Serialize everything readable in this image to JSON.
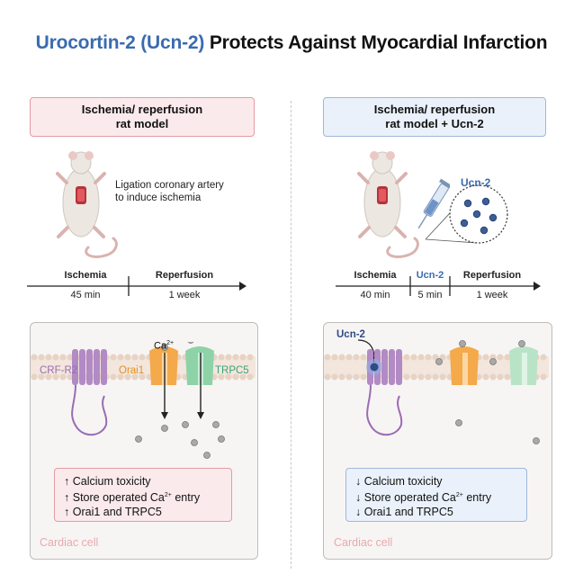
{
  "title": {
    "highlight": "Urocortin-2 (Ucn-2)",
    "rest": " Protects Against Myocardial Infarction"
  },
  "left_panel": {
    "model": {
      "line1": "Ischemia/ reperfusion",
      "line2": "rat model"
    },
    "ligation_note": {
      "line1": "Ligation coronary artery",
      "line2": "to induce ischemia"
    },
    "timeline": {
      "phases": [
        {
          "label": "Ischemia",
          "duration": "45 min"
        },
        {
          "label": "Reperfusion",
          "duration": "1 week"
        }
      ]
    },
    "channels": {
      "crf": "CRF-R2",
      "orai": "Orai1",
      "trpc": "TRPC5",
      "ion": "Ca",
      "ion_sup": "2+"
    },
    "effects": [
      {
        "arrow": "↑",
        "text": "Calcium toxicity",
        "sup": "",
        "tail": ""
      },
      {
        "arrow": "↑",
        "text": "Store operated Ca",
        "sup": "2+",
        "tail": " entry"
      },
      {
        "arrow": "↑",
        "text": "Orai1 and TRPC5",
        "sup": "",
        "tail": ""
      }
    ],
    "cell_label": "Cardiac cell"
  },
  "right_panel": {
    "model": {
      "line1": "Ischemia/ reperfusion",
      "line2": "rat model + Ucn-2"
    },
    "drug_label": "Ucn-2",
    "timeline": {
      "phases": [
        {
          "label": "Ischemia",
          "duration": "40 min"
        },
        {
          "label": "Ucn-2",
          "duration": "5 min"
        },
        {
          "label": "Reperfusion",
          "duration": "1 week"
        }
      ]
    },
    "ligand_label": "Ucn-2",
    "effects": [
      {
        "arrow": "↓",
        "text": "Calcium toxicity",
        "sup": "",
        "tail": ""
      },
      {
        "arrow": "↓",
        "text": "Store operated Ca",
        "sup": "2+",
        "tail": " entry"
      },
      {
        "arrow": "↓",
        "text": "Orai1 and TRPC5",
        "sup": "",
        "tail": ""
      }
    ],
    "cell_label": "Cardiac cell"
  },
  "colors": {
    "accent_blue": "#3a6bb0",
    "pink_border": "#e39aa2",
    "pink_fill": "#fbeaec",
    "blue_border": "#9fb8dc",
    "blue_fill": "#eaf1fa",
    "crf_purple": "#b28ac4",
    "orai_orange": "#f4a94a",
    "trpc_green": "#8ed2a8"
  }
}
